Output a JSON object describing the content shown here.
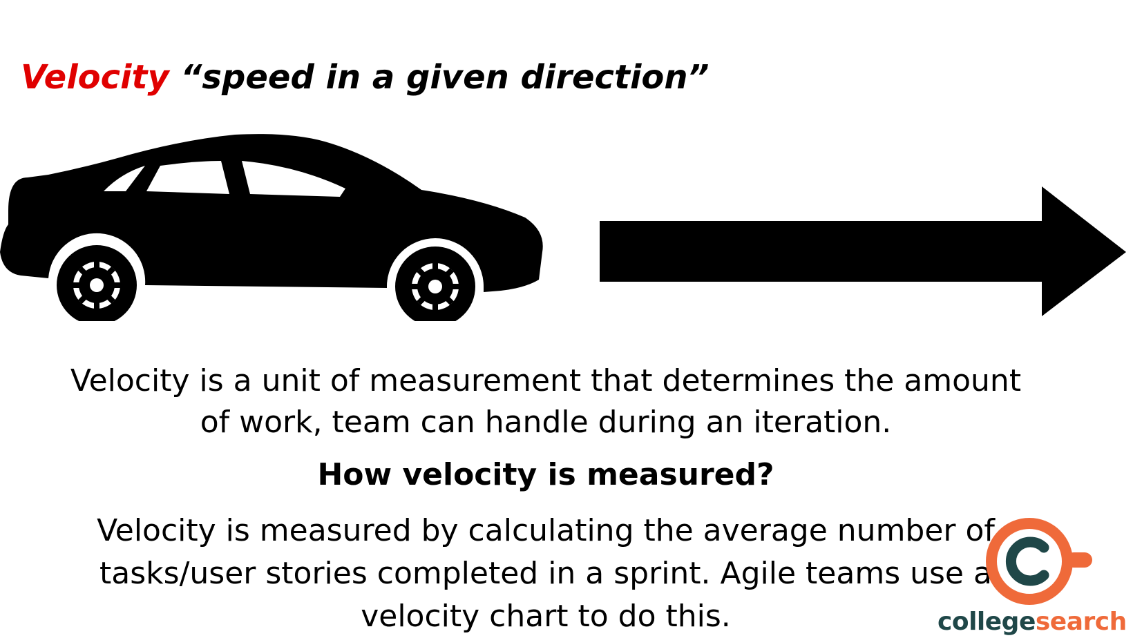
{
  "slide": {
    "heading_word": "Velocity",
    "heading_quote": "“speed in a given direction”",
    "definition": "Velocity is a unit of measurement that determines the amount of work, team can handle during an iteration.",
    "subheading": "How velocity is measured?",
    "explanation": "Velocity is measured by calculating the average number of tasks/user stories completed in a sprint. Agile teams use a velocity chart to do this."
  },
  "logo": {
    "text_part1": "college",
    "text_part2": "search"
  },
  "colors": {
    "accent_red": "#e00000",
    "logo_orange": "#ef6a3a",
    "logo_dark": "#1f4748"
  },
  "icons": {
    "car": "car-icon",
    "arrow": "right-arrow-icon"
  }
}
